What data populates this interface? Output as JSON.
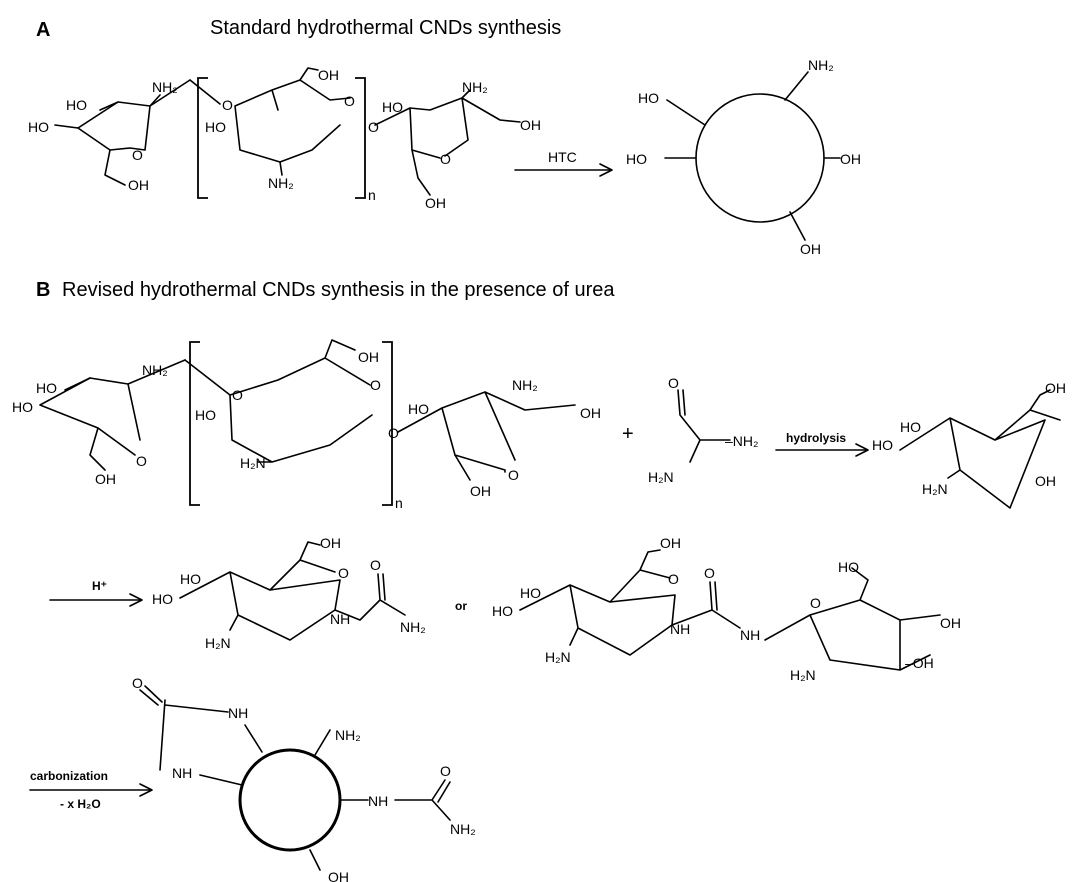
{
  "panels": {
    "a": {
      "letter": "A",
      "title": "Standard hydrothermal CNDs synthesis",
      "arrow": "HTC",
      "repeat": "n"
    },
    "b": {
      "letter": "B",
      "title": "Revised hydrothermal CNDs synthesis in the presence of urea",
      "repeat": "n",
      "plus": "+",
      "arrow1": "hydrolysis",
      "arrow2": "H⁺",
      "or": "or",
      "arrow3a": "carbonization",
      "arrow3b": "- x H₂O"
    }
  },
  "chem": {
    "HO": "HO",
    "OH": "OH",
    "O": "O",
    "NH2": "NH₂",
    "H2N": "H₂N",
    "NH": "NH",
    "dashNH2": "–NH₂",
    "dashOH": "–OH",
    "HOdash": "HO–"
  }
}
